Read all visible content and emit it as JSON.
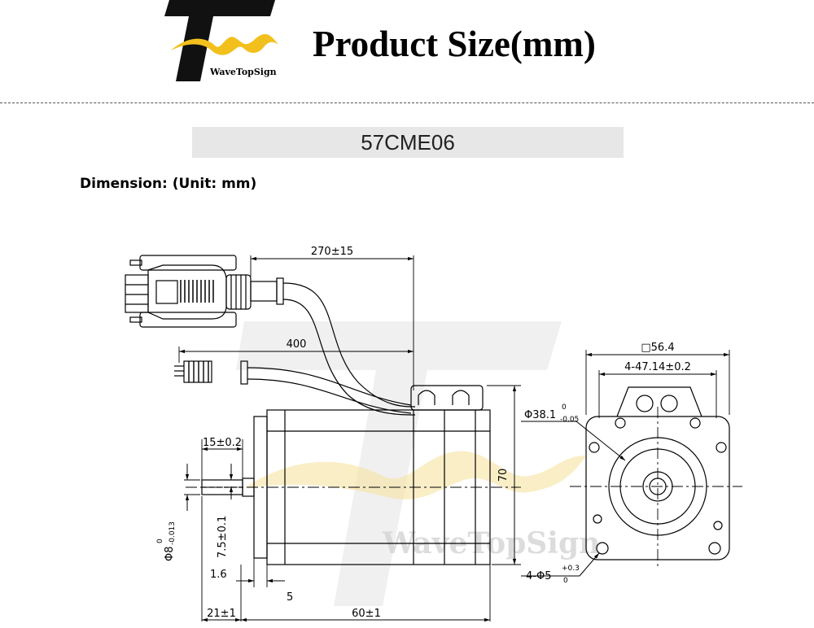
{
  "header": {
    "brand_name": "WaveTopSign",
    "title": "Product Size(mm)"
  },
  "model": "57CME06",
  "dimension_label": "Dimension: (Unit: mm)",
  "dimensions": {
    "encoder_cable_length": "270±15",
    "power_cable_length": "400",
    "flange_square": "□56.4",
    "hole_spacing": "4-47.14±0.2",
    "pilot_diameter_main": "Φ38.1",
    "pilot_diameter_tol_upper": "0",
    "pilot_diameter_tol_lower": "-0.05",
    "shaft_flat_length": "15±0.2",
    "body_height": "70",
    "shaft_diameter_main": "Φ8",
    "shaft_diameter_tol_upper": "0",
    "shaft_diameter_tol_lower": "-0.013",
    "shaft_flat_depth": "7.5±0.1",
    "flange_step": "1.6",
    "flange_thickness": "5",
    "shaft_length": "21±1",
    "body_length": "60±1",
    "mount_holes_main": "4-Φ5",
    "mount_holes_tol_upper": "+0.3",
    "mount_holes_tol_lower": "0"
  },
  "watermark": {
    "text": "WaveTopSign"
  },
  "colors": {
    "logo_black": "#111111",
    "logo_yellow": "#f2c01d",
    "bar_gray": "#e7e7e7"
  }
}
